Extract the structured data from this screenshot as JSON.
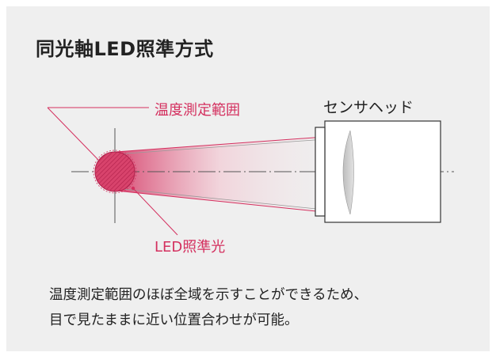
{
  "title": "同光軸LED照準方式",
  "labels": {
    "sensor_head": "センサヘッド",
    "measurement_range": "温度測定範囲",
    "led_aim": "LED照準光"
  },
  "description": [
    "温度測定範囲のほぼ全域を示すことができるため、",
    "目で見たままに近い位置合わせが可能。"
  ],
  "colors": {
    "accent": "#d4305f",
    "background": "#efefef",
    "text": "#222222"
  }
}
